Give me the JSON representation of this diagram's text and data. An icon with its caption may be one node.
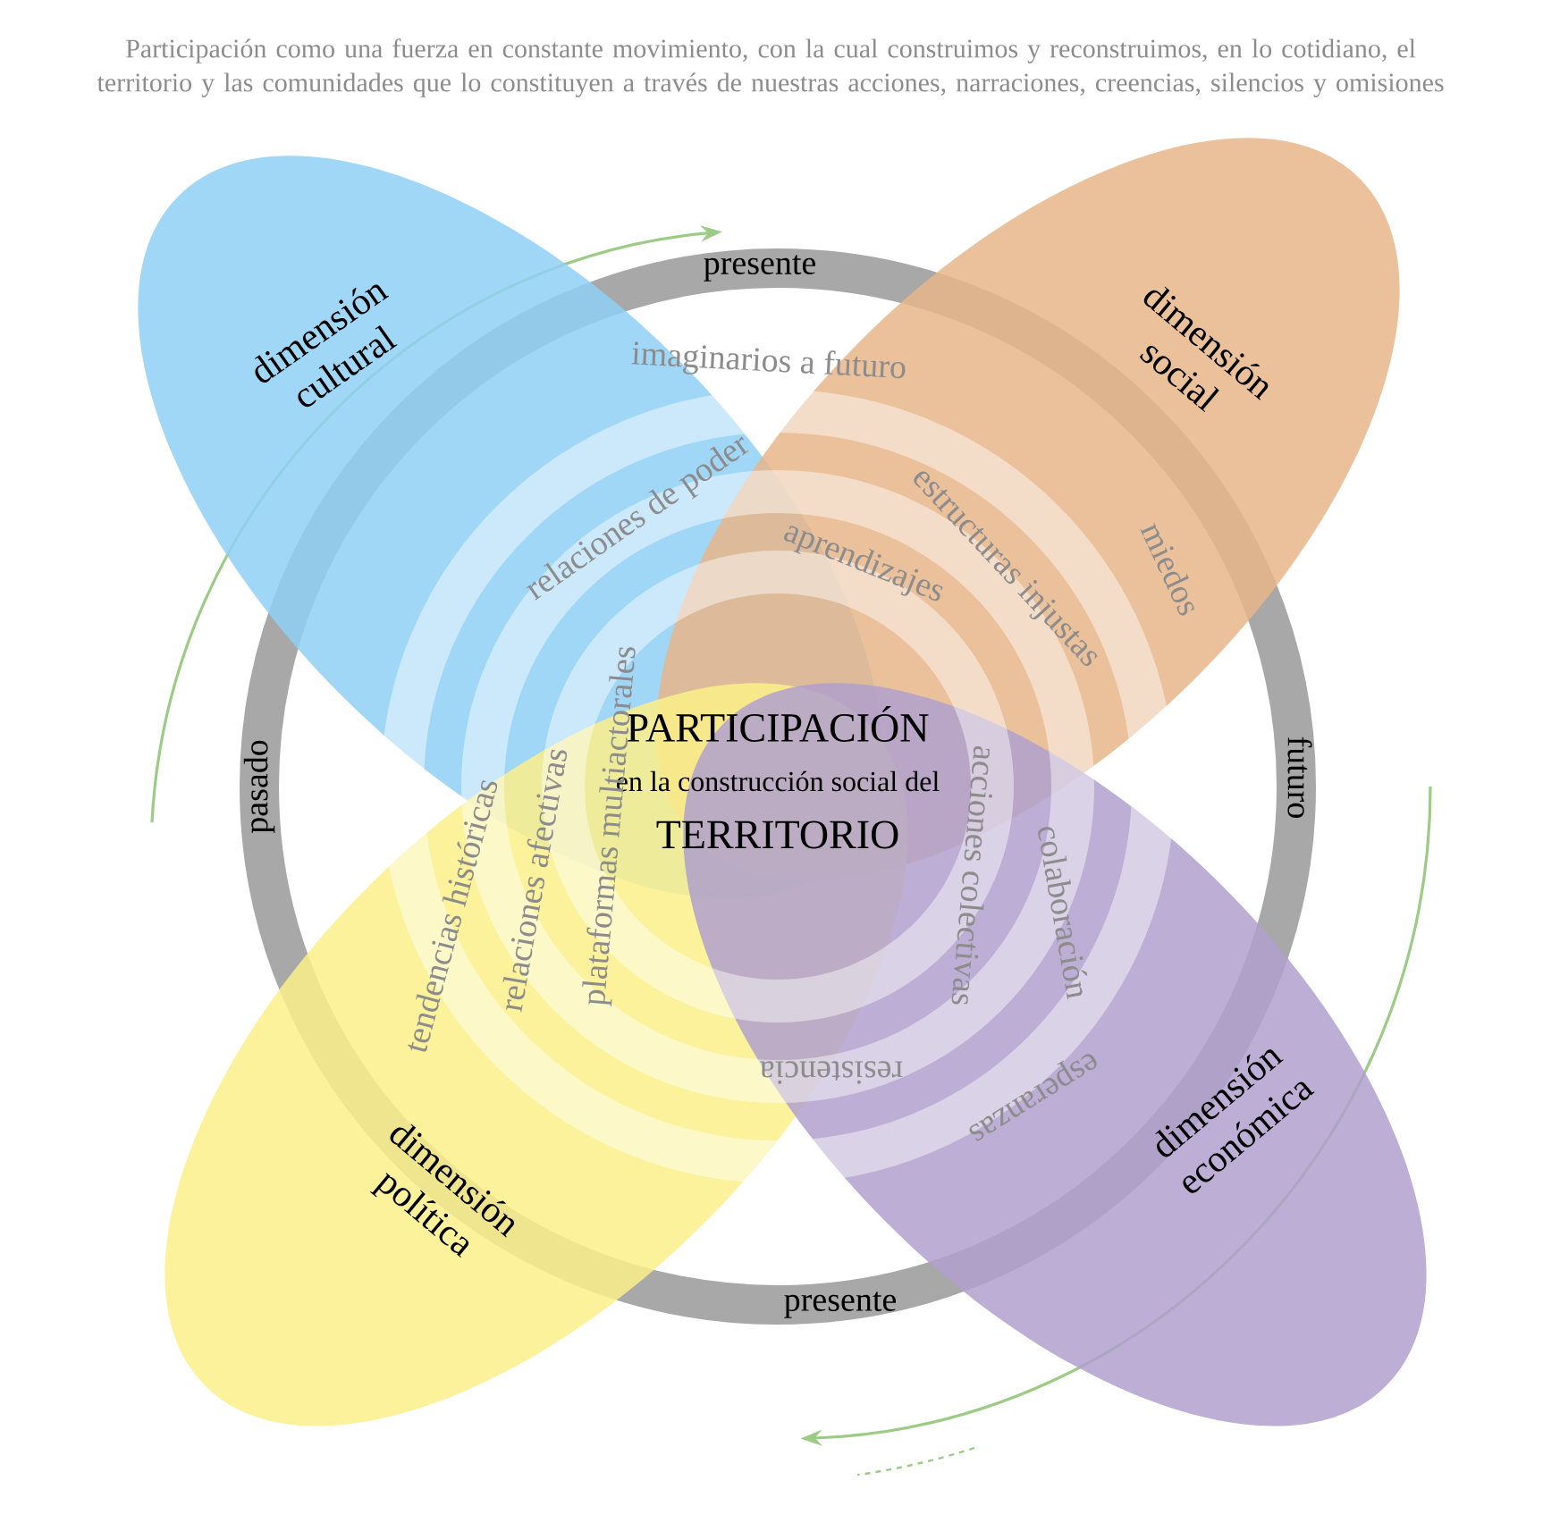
{
  "diagram": {
    "nodes": [
      {
        "text": [
          "presente",
          "futuro",
          "presente",
          "pasado"
        ]
      },
      {
        "text": [
          "dimensión cultural"
        ]
      },
      {
        "text": [
          "dimensión social"
        ]
      },
      {
        "text": [
          "dimensión política"
        ]
      },
      {
        "text": [
          "dimensión económica"
        ]
      }
    ],
    "labels": [
      "Participación como una fuerza en constante movimiento, con la cual construimos y reconstruimos, en lo cotidiano, el territorio y las comunidades que lo constituyen a través de nuestras acciones, narraciones, creencias, silencios y omisiones",
      "imaginarios a futuro",
      "relaciones de poder",
      "aprendizajes",
      "estructuras injustas",
      "miedos",
      "PARTICIPACIÓN",
      "en la construcción social del",
      "TERRITORIO",
      "plataformas multiactorales",
      "acciones colectivas",
      "colaboración",
      "relaciones afectivas",
      "tendencias históricas",
      "resistencia",
      "esperanzas"
    ]
  }
}
